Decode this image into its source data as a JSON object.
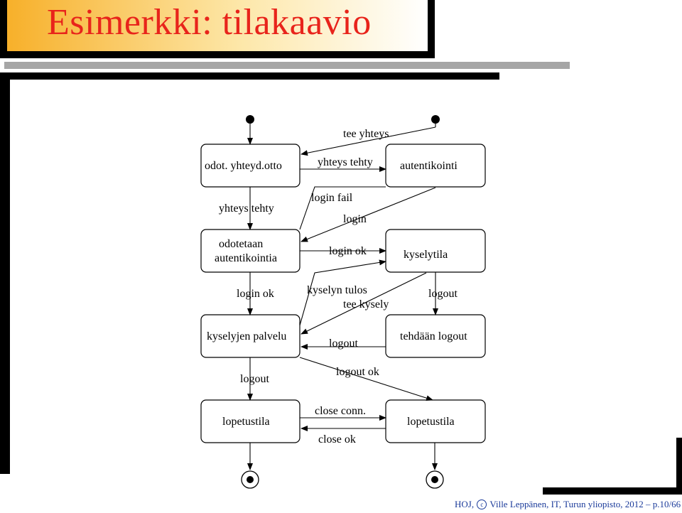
{
  "slide": {
    "title": "Esimerkki: tilakaavio",
    "footer": {
      "prefix": "HOJ,",
      "copyright_mark": "c",
      "text": "Ville Leppänen, IT, Turun yliopisto, 2012 – p.10/66"
    }
  },
  "diagram": {
    "left_states": {
      "s1": "odot. yhteyd.otto",
      "s2_line1": "odotetaan",
      "s2_line2": "autentikointia",
      "s3": "kyselyjen palvelu",
      "s4": "lopetustila"
    },
    "right_states": {
      "s1": "autentikointi",
      "s2": "kyselytila",
      "s3": "tehdään logout",
      "s4": "lopetustila"
    },
    "transitions": {
      "tee_yhteys": "tee yhteys",
      "yhteys_tehty_middle": "yhteys tehty",
      "yhteys_tehty_left": "yhteys tehty",
      "login_fail": "login fail",
      "login": "login",
      "login_ok_middle": "login ok",
      "login_ok_left": "login ok",
      "kyselyn_tulos": "kyselyn tulos",
      "tee_kysely": "tee kysely",
      "logout_right": "logout",
      "logout_middle": "logout",
      "logout_left": "logout",
      "logout_ok": "logout ok",
      "close_conn": "close conn.",
      "close_ok": "close ok"
    }
  }
}
